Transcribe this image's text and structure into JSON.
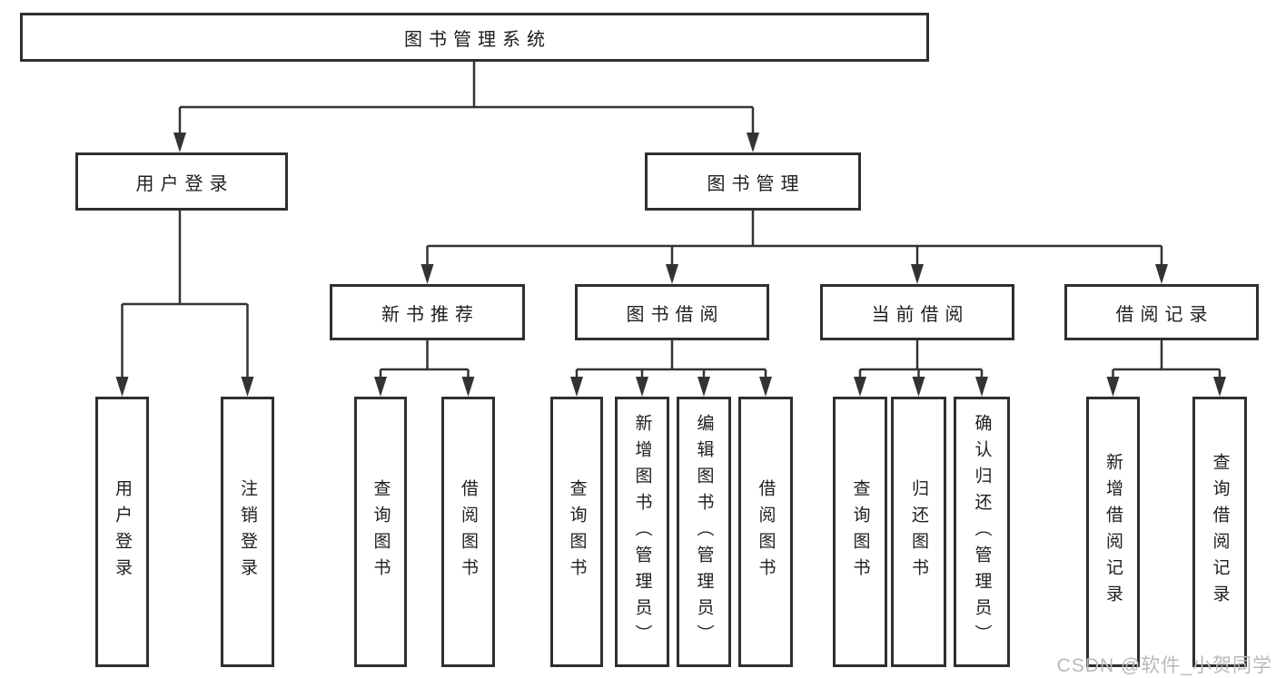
{
  "watermark": {
    "text": "CSDN @软件_小贺同学"
  },
  "colors": {
    "line": "#333333",
    "border": "#2f2f2f",
    "text": "#1e1e1e",
    "watermark": "#b9b9b9",
    "background": "#ffffff"
  },
  "tree": {
    "root": {
      "label": "图书管理系统",
      "children": [
        {
          "label": "用户登录",
          "children": [
            {
              "label": "用户登录"
            },
            {
              "label": "注销登录"
            }
          ]
        },
        {
          "label": "图书管理",
          "children": [
            {
              "label": "新书推荐",
              "children": [
                {
                  "label": "查询图书"
                },
                {
                  "label": "借阅图书"
                }
              ]
            },
            {
              "label": "图书借阅",
              "children": [
                {
                  "label": "查询图书"
                },
                {
                  "label": "新增图书（管理员）"
                },
                {
                  "label": "编辑图书（管理员）"
                },
                {
                  "label": "借阅图书"
                }
              ]
            },
            {
              "label": "当前借阅",
              "children": [
                {
                  "label": "查询图书"
                },
                {
                  "label": "归还图书"
                },
                {
                  "label": "确认归还（管理员）"
                }
              ]
            },
            {
              "label": "借阅记录",
              "children": [
                {
                  "label": "新增借阅记录"
                },
                {
                  "label": "查询借阅记录"
                }
              ]
            }
          ]
        }
      ]
    }
  }
}
